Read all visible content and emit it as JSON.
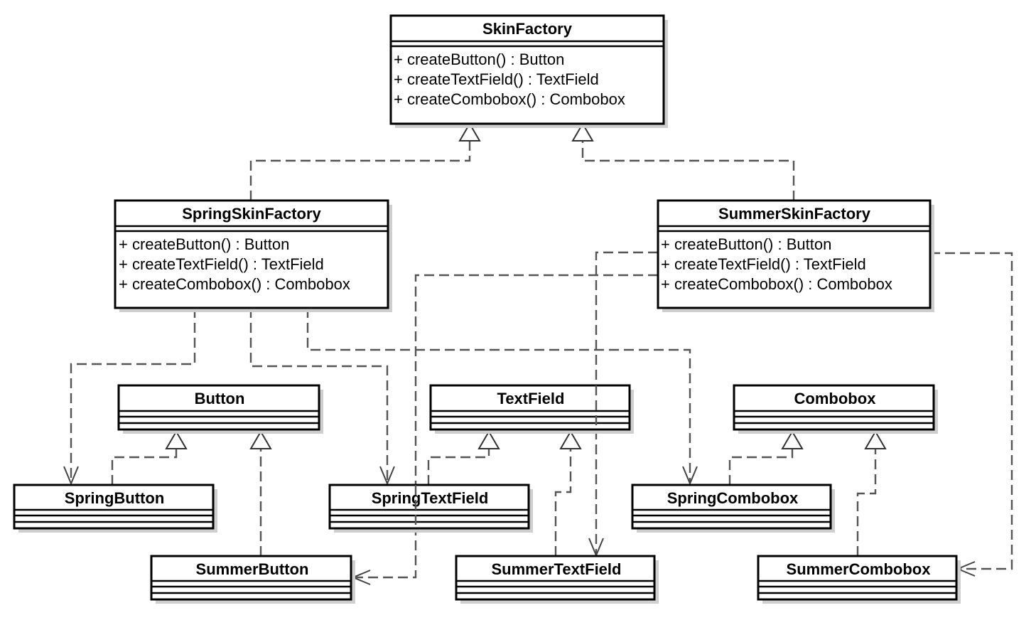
{
  "classes": {
    "skin_factory": {
      "name": "SkinFactory",
      "ops": [
        "+ createButton() : Button",
        "+ createTextField() : TextField",
        "+ createCombobox() : Combobox"
      ]
    },
    "spring_skin_factory": {
      "name": "SpringSkinFactory",
      "ops": [
        "+ createButton() : Button",
        "+ createTextField() : TextField",
        "+ createCombobox() : Combobox"
      ]
    },
    "summer_skin_factory": {
      "name": "SummerSkinFactory",
      "ops": [
        "+ createButton() : Button",
        "+ createTextField() : TextField",
        "+ createCombobox() : Combobox"
      ]
    },
    "button": {
      "name": "Button"
    },
    "text_field": {
      "name": "TextField"
    },
    "combobox": {
      "name": "Combobox"
    },
    "spring_button": {
      "name": "SpringButton"
    },
    "summer_button": {
      "name": "SummerButton"
    },
    "spring_text_field": {
      "name": "SpringTextField"
    },
    "summer_text_field": {
      "name": "SummerTextField"
    },
    "spring_combobox": {
      "name": "SpringCombobox"
    },
    "summer_combobox": {
      "name": "SummerCombobox"
    }
  },
  "relations": {
    "realizations": [
      {
        "from": "SpringSkinFactory",
        "to": "SkinFactory"
      },
      {
        "from": "SummerSkinFactory",
        "to": "SkinFactory"
      },
      {
        "from": "SpringButton",
        "to": "Button"
      },
      {
        "from": "SummerButton",
        "to": "Button"
      },
      {
        "from": "SpringTextField",
        "to": "TextField"
      },
      {
        "from": "SummerTextField",
        "to": "TextField"
      },
      {
        "from": "SpringCombobox",
        "to": "Combobox"
      },
      {
        "from": "SummerCombobox",
        "to": "Combobox"
      }
    ],
    "dependencies": [
      {
        "from": "SpringSkinFactory",
        "to": "SpringButton"
      },
      {
        "from": "SpringSkinFactory",
        "to": "SpringTextField"
      },
      {
        "from": "SpringSkinFactory",
        "to": "SpringCombobox"
      },
      {
        "from": "SummerSkinFactory",
        "to": "SummerButton"
      },
      {
        "from": "SummerSkinFactory",
        "to": "SummerTextField"
      },
      {
        "from": "SummerSkinFactory",
        "to": "SummerCombobox"
      }
    ]
  }
}
